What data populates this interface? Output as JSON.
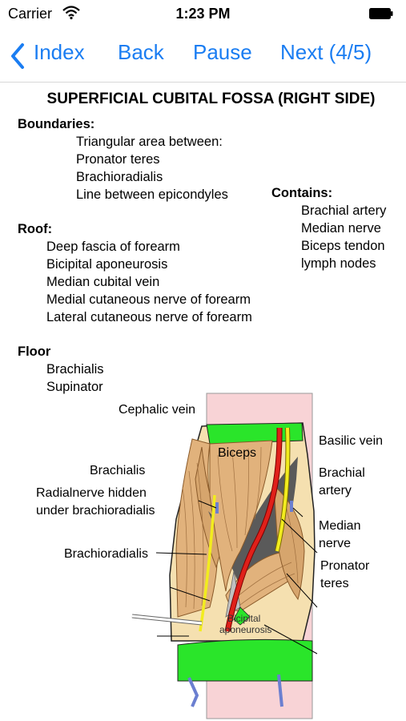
{
  "status": {
    "carrier": "Carrier",
    "time": "1:23 PM"
  },
  "nav": {
    "index": "Index",
    "back": "Back",
    "pause": "Pause",
    "next": "Next (4/5)"
  },
  "page": {
    "title": "SUPERFICIAL CUBITAL FOSSA (RIGHT SIDE)",
    "boundaries": {
      "heading": "Boundaries:",
      "items": [
        "Triangular area between:",
        "Pronator teres",
        "Brachioradialis",
        "Line between epicondyles"
      ]
    },
    "roof": {
      "heading": "Roof:",
      "items": [
        "Deep fascia of forearm",
        "Bicipital aponeurosis",
        "Median cubital vein",
        "Medial cutaneous nerve of forearm",
        "Lateral cutaneous nerve of forearm"
      ]
    },
    "contains": {
      "heading": "Contains:",
      "items": [
        "Brachial artery",
        "Median nerve",
        "Biceps tendon",
        "lymph nodes"
      ]
    },
    "floor": {
      "heading": "Floor",
      "items": [
        "Brachialis",
        "Supinator"
      ]
    }
  },
  "diagram": {
    "labels": {
      "cephalic_vein": "Cephalic vein",
      "basilic_vein": "Basilic vein",
      "biceps": "Biceps",
      "brachialis": "Brachialis",
      "brachial_artery": [
        "Brachial",
        "artery"
      ],
      "radial_nerve": [
        "Radialnerve hidden",
        "under brachioradialis"
      ],
      "median_nerve": [
        "Median",
        "nerve"
      ],
      "brachioradialis": "Brachioradialis",
      "pronator_teres": [
        "Pronator",
        "teres"
      ],
      "bicipital_aponeurosis": [
        "Bicipital",
        "aponeurosis"
      ]
    },
    "colors": {
      "skin": "#f8d3d6",
      "muscle": "#e1b27c",
      "muscle_line": "#8a5a2a",
      "fascia": "#2ae52a",
      "artery": "#e0201a",
      "nerve": "#f2ec1e",
      "vein": "#6b7fd0",
      "fossa": "#5a5a5a",
      "accent": "#1a7df2"
    }
  }
}
